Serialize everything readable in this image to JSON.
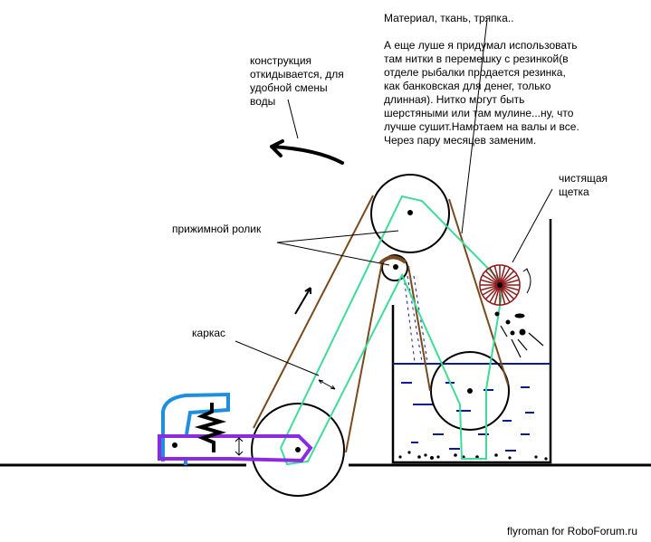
{
  "notes": {
    "material": "Материал, ткань, тряпка..",
    "idea_lines": [
      "А еще луше я придумал использовать",
      "там нитки в перемешку с резинкой(в",
      "отделе рыбалки продается резинка,",
      "как банковская для денег, только",
      "длинная). Нитко могут быть",
      "шерстяными или там мулине...ну, что",
      "лучше сушит.Намотаем на валы и все.",
      "Через пару месяцев заменим."
    ]
  },
  "labels": {
    "fold_lines": [
      "конструкция",
      "откидывается, для",
      "удобной смены",
      "воды"
    ],
    "pressure_roller": "прижимной ролик",
    "frame": "каркас",
    "brush_lines": [
      "чистящая",
      "щетка"
    ]
  },
  "footer": "flyroman for RoboForum.ru",
  "colors": {
    "belt": "#7a4a1e",
    "thread": "#3ddc97",
    "lever": "#8a2be2",
    "bracket": "#1e8fe0",
    "water": "#0a1a9a",
    "brush": "#8b1a1a"
  }
}
